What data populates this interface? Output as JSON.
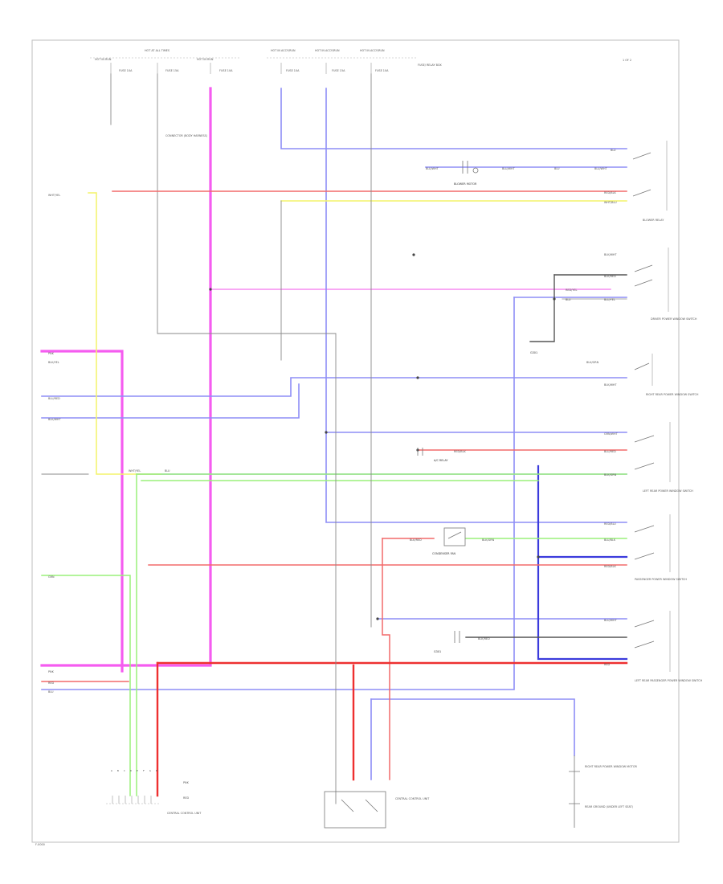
{
  "page_note": "1 OF 2",
  "footer_ref": "F-0000",
  "fuses": [
    {
      "id": "f1",
      "text": "HOT IN RUN"
    },
    {
      "id": "f2",
      "text": "HOT AT ALL TIMES"
    },
    {
      "id": "f3",
      "text": "HOT IN RUN"
    },
    {
      "id": "f4",
      "text": "HOT IN ACCY/RUN"
    },
    {
      "id": "f5",
      "text": "HOT IN ACCY/RUN"
    },
    {
      "id": "f6",
      "text": "HOT IN ACCY/RUN"
    }
  ],
  "fuse_subtext": [
    "FUSE 10A",
    "FUSE 15A",
    "FUSE 10A",
    "FUSE 10A",
    "FUSE 15A",
    "FUSE 10A"
  ],
  "junction_label": "FUSE/ RELAY BOX",
  "component_labels": {
    "left_connector": "CONNECTOR (BODY HARNESS)",
    "blower_motor": "BLOWER MOTOR",
    "blower_relay": "BLOWER RELAY",
    "driver_window": "DRIVER POWER WINDOW SWITCH",
    "right_rear_sw": "RIGHT REAR POWER WINDOW SWITCH",
    "left_rear_sw": "LEFT REAR POWER WINDOW SWITCH",
    "passenger_sw": "PASSENGER POWER WINDOW SWITCH",
    "left_rear_pass": "LEFT REAR PASSENGER POWER WINDOW SWITCH",
    "condenser_fan": "CONDENSER FAN",
    "a_c_relay": "A/C RELAY",
    "window_motor": "RIGHT REAR POWER WINDOW MOTOR",
    "control_module": "CENTRAL CONTROL UNIT",
    "ground_node": "G301",
    "rear_ground": "REAR GROUND (UNDER LEFT SEAT)"
  },
  "wire_labels": {
    "left_wht_yel": "WHT/YEL",
    "left_pnk": "PNK",
    "left_blk_yel": "BLK/YEL",
    "left_blu_red": "BLU/RED",
    "left_blk_wht": "BLK/WHT",
    "left_grn": "GRN",
    "left_bot_1": "PNK",
    "left_bot_2": "RED",
    "left_bot_3": "BLU",
    "mid_wht_yel": "WHT/YEL",
    "mid_blu": "BLU",
    "blower_1": "BLU/WHT",
    "blower_2": "BLU/WHT",
    "blower_3": "BLU",
    "blower_4": "BLU/WHT",
    "right_blu": "BLU",
    "right_red_blk": "RED/BLK",
    "right_wht_blu": "WHT/BLU",
    "right_blk_wht": "BLK/WHT",
    "right_blk_red": "BLK/RED",
    "right_blu2": "BLU",
    "right_red_yel": "RED/YEL",
    "right_blu_yel": "BLU/YEL",
    "right_blk_grn": "BLK/GRN",
    "right_blk_wht2": "BLK/WHT",
    "right_grn_wht": "GRN/WHT",
    "right_blu_red": "BLU/RED",
    "right_blk_grn2": "BLK/GRN",
    "right_red_blu": "RED/BLU",
    "right_blu_blk": "BLU/BLK",
    "right_blu_wht": "BLU/WHT",
    "right_red_blk2": "RED/BLK",
    "right_red3": "RED",
    "cond_1": "BLK/RED",
    "cond_2": "BLK/GRN",
    "mid_red_blk": "RED/BLK",
    "mid_blk_red": "BLK/RED",
    "pnk_grn": "GRN",
    "pnk_red": "RED"
  },
  "connector_pins": [
    "A",
    "B",
    "C",
    "D",
    "E",
    "F",
    "G",
    "H"
  ],
  "module_bottom_labels": [
    "PNK",
    "RED"
  ]
}
